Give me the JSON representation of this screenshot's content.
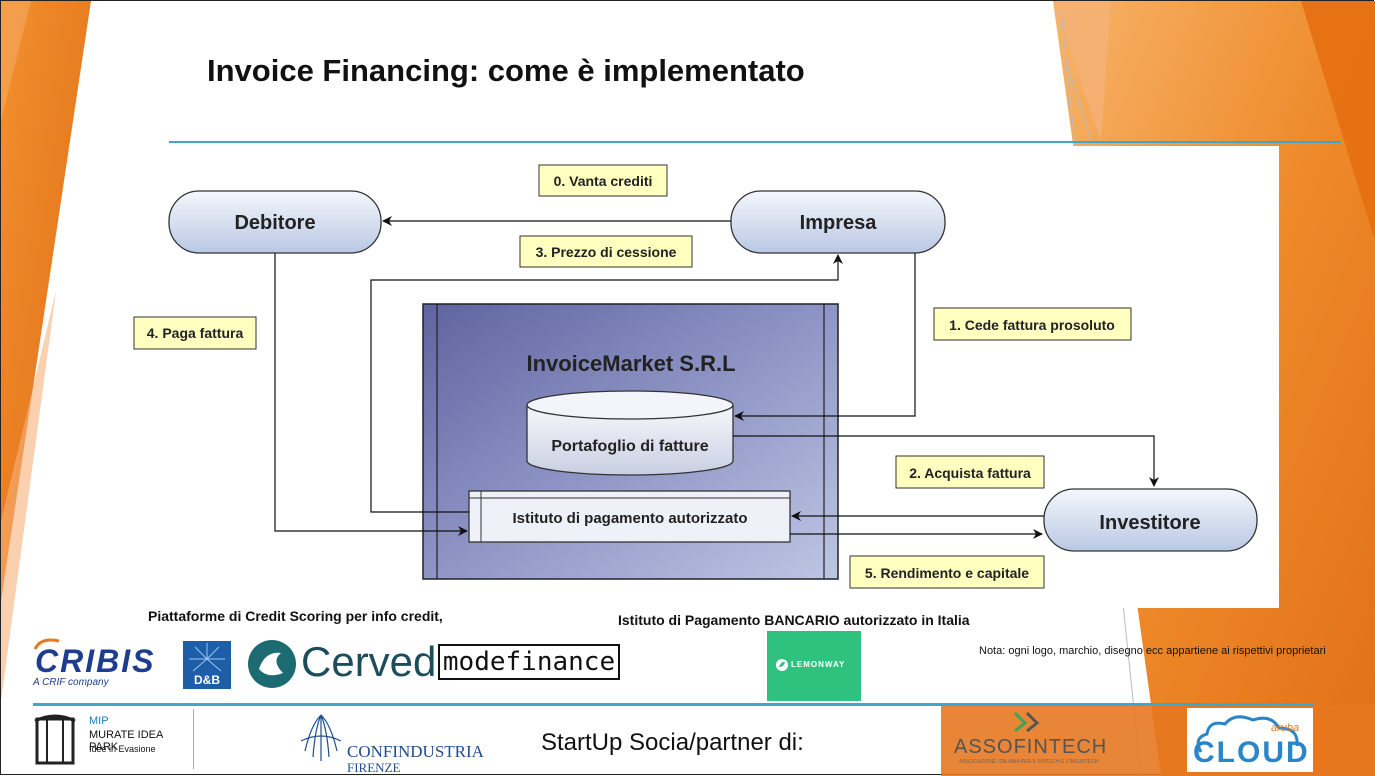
{
  "title": "Invoice Financing: come è implementato",
  "nodes": {
    "debitore": "Debitore",
    "impresa": "Impresa",
    "investitore": "Investitore",
    "container": "InvoiceMarket S.R.L",
    "portafoglio": "Portafoglio di fatture",
    "istituto": "Istituto di pagamento autorizzato"
  },
  "notes": {
    "n0": "0. Vanta crediti",
    "n1": "1. Cede fattura prosoluto",
    "n2": "2. Acquista fattura",
    "n3": "3. Prezzo di cessione",
    "n4": "4. Paga fattura",
    "n5": "5. Rendimento e capitale"
  },
  "captions": {
    "credit_scoring": "Piattaforme di Credit Scoring per info credit,",
    "istituto": "Istituto di Pagamento BANCARIO autorizzato in Italia",
    "nota": "Nota: ogni logo, marchio, disegno ecc appartiene ai rispettivi  proprietari",
    "startup": "StartUp Socia/partner di:"
  },
  "logos": {
    "cribis": "CRIBIS",
    "cribis_sub": "A CRIF company",
    "dnb": "D&B",
    "cerved": "Cerved",
    "modefinance": "modefinance",
    "lemonway": "LEMONWAY",
    "mip_1": "MIP",
    "mip_2": "MURATE IDEA PARK",
    "mip_3": "Idee in Evasione",
    "confindustria": "CONFINDUSTRIA",
    "confindustria_sub": "FIRENZE",
    "assofintech": "ASSOFINTECH",
    "assofintech_sub": "ASSOCIAZIONE ITALIANA PER IL FINTECH E L'INSURTECH",
    "aruba": "aruba",
    "cloud": "CLOUD"
  },
  "colors": {
    "accent_orange": "#e8791e",
    "rule_blue": "#3fa6c9",
    "note_fill": "#ffffc0",
    "container_fill": "#7b82b8",
    "node_fill": "#d4dff0"
  }
}
